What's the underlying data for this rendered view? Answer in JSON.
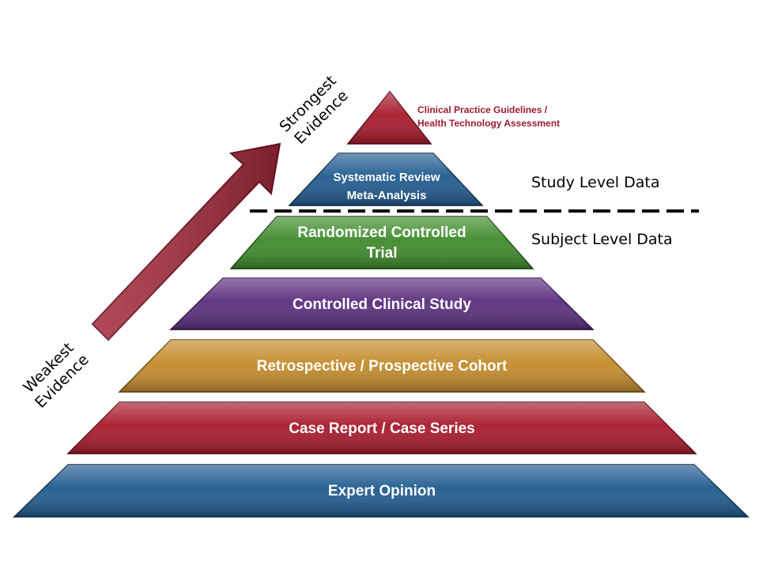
{
  "diagram": {
    "tiers": [
      {
        "lines": [
          "Expert Opinion"
        ],
        "color": "#1f5b8f"
      },
      {
        "lines": [
          "Case Report / Case Series"
        ],
        "color": "#a8192b"
      },
      {
        "lines": [
          "Retrospective / Prospective Cohort"
        ],
        "color": "#c48a2a"
      },
      {
        "lines": [
          "Controlled Clinical Study"
        ],
        "color": "#5a2d7e"
      },
      {
        "lines": [
          "Randomized Controlled",
          "Trial"
        ],
        "color": "#3e8a2a"
      },
      {
        "lines": [
          "Systematic Review",
          "Meta-Analysis"
        ],
        "color": "#1f5b8f"
      }
    ],
    "apex": {
      "lines": [
        "Clinical Practice Guidelines /",
        "Health Technology Assessment"
      ],
      "color": "#a8192b"
    },
    "study_level_label": "Study Level Data",
    "subject_level_label": "Subject Level Data",
    "strongest_label": [
      "Strongest",
      "Evidence"
    ],
    "weakest_label": [
      "Weakest",
      "Evidence"
    ],
    "arrow_color": "#a3283a"
  }
}
